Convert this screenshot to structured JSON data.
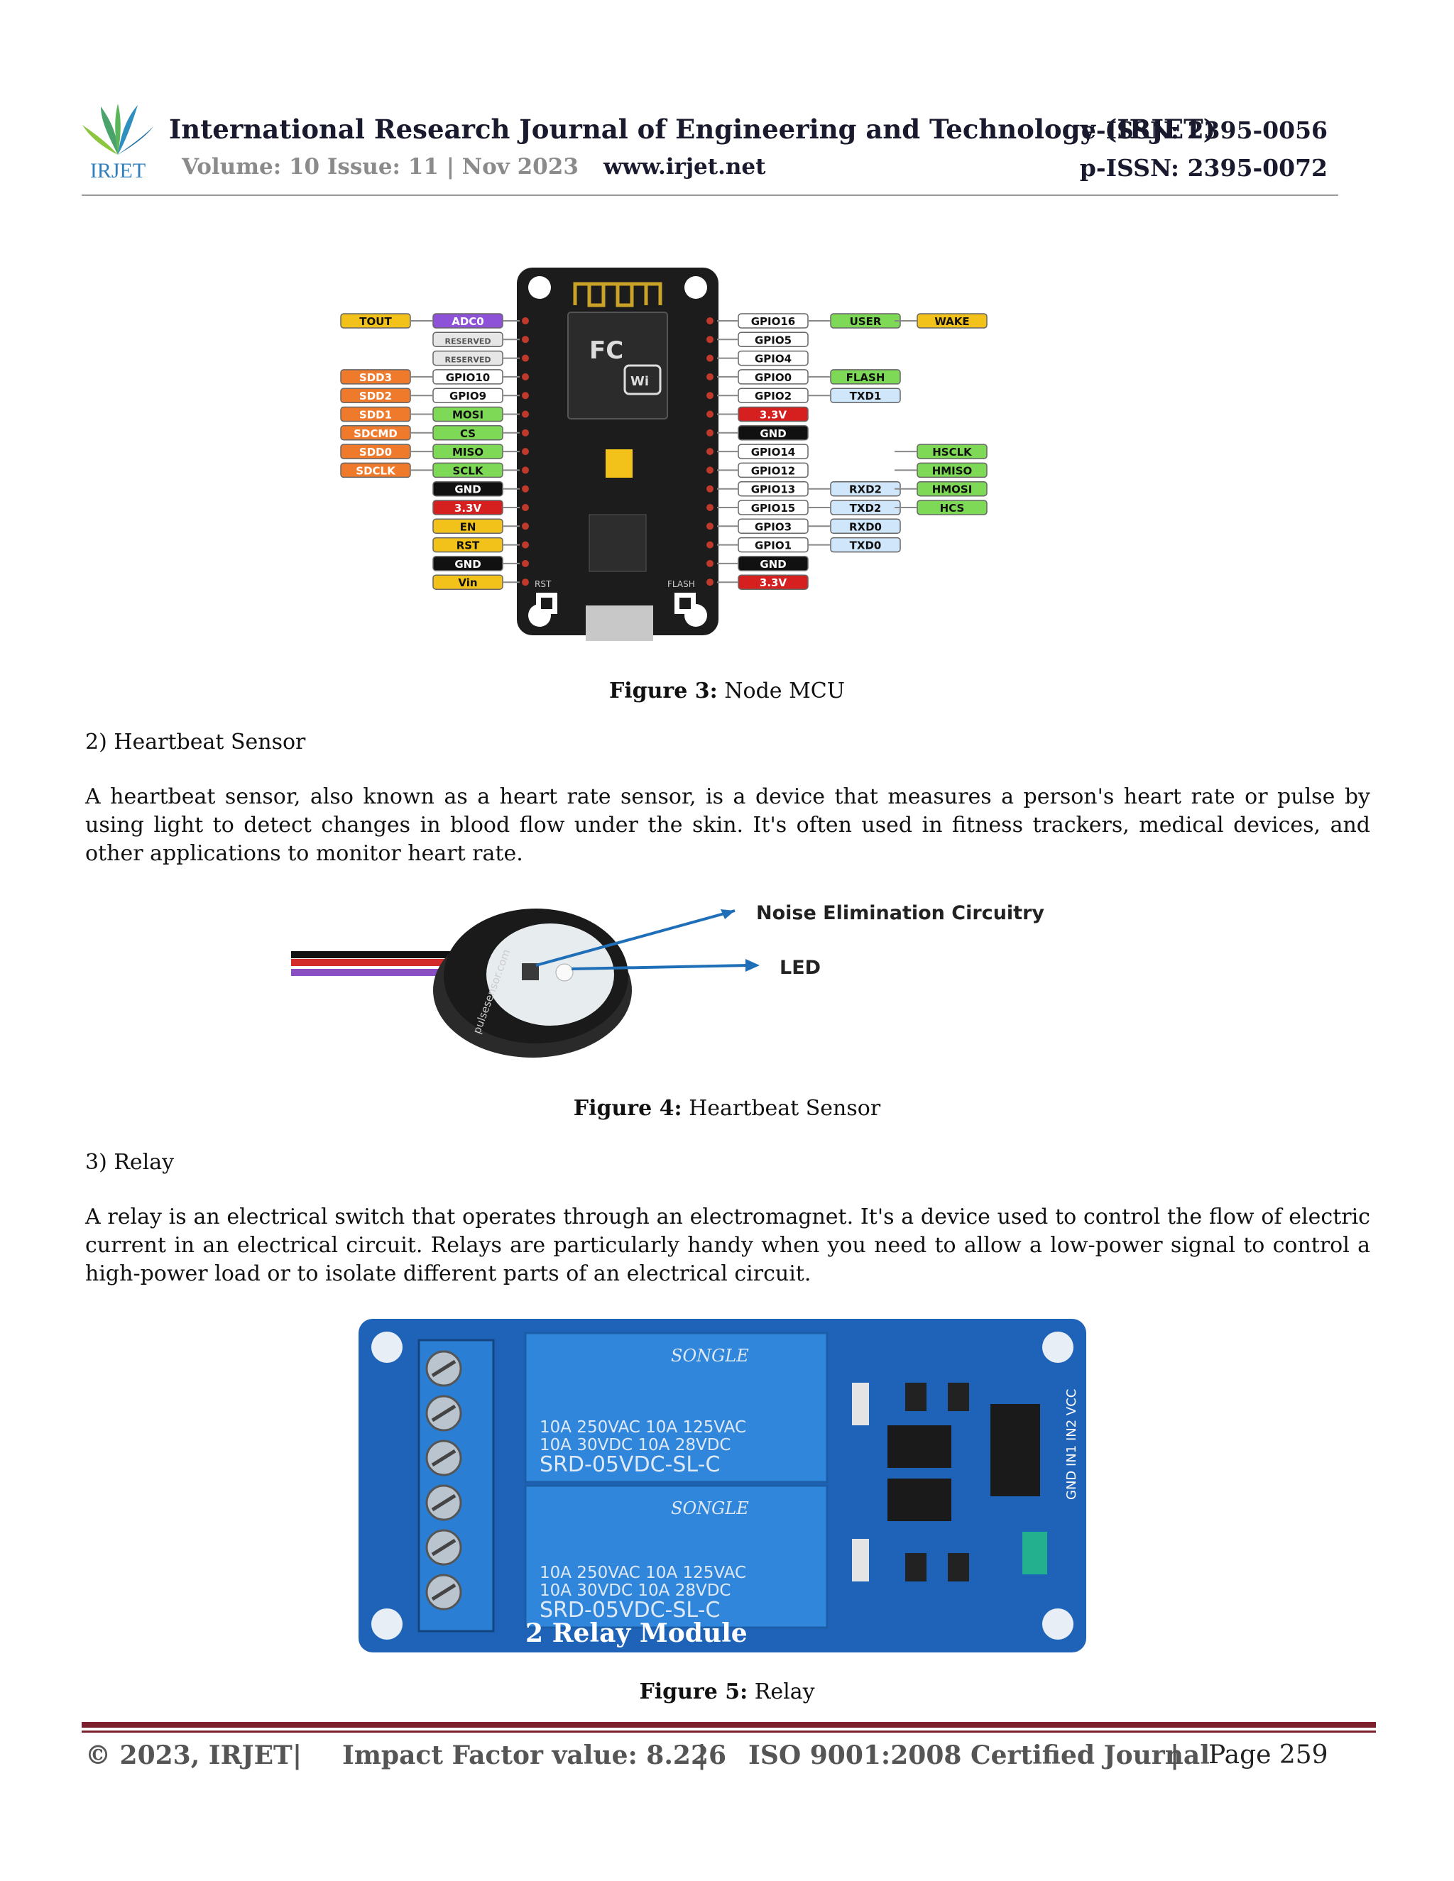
{
  "header": {
    "logo_text": "IRJET",
    "journal_title": "International Research Journal of Engineering and Technology (IRJET)",
    "eissn": "e-ISSN: 2395-0056",
    "volume": "Volume: 10 Issue: 11 | Nov 2023",
    "website": "www.irjet.net",
    "pissn": "p-ISSN: 2395-0072"
  },
  "figure3": {
    "caption_bold": "Figure 3:",
    "caption_text": " Node MCU",
    "left_labels": [
      "TOUT",
      "SDD3",
      "SDD2",
      "SDD1",
      "SDCMD",
      "SDD0",
      "SDCLK"
    ],
    "left_pins": [
      "ADC0",
      "RESERVED",
      "RESERVED",
      "GPIO10",
      "GPIO9",
      "MOSI",
      "CS",
      "MISO",
      "SCLK",
      "GND",
      "3.3V",
      "EN",
      "RST",
      "GND",
      "Vin"
    ],
    "right_pins": [
      "GPIO16",
      "GPIO5",
      "GPIO4",
      "GPIO0",
      "GPIO2",
      "3.3V",
      "GND",
      "GPIO14",
      "GPIO12",
      "GPIO13",
      "GPIO15",
      "GPIO3",
      "GPIO1",
      "GND",
      "3.3V"
    ],
    "right_labels": [
      "USER",
      "WAKE",
      "FLASH",
      "TXD1",
      "HSCLK",
      "HMISO",
      "RXD2",
      "HMOSI",
      "TXD2",
      "HCS",
      "RXD0",
      "TXD0"
    ],
    "board_labels": [
      "RST",
      "FLASH"
    ]
  },
  "section2": {
    "heading": "2) Heartbeat Sensor",
    "paragraph": "A heartbeat sensor, also known as a heart rate sensor, is a device that measures a person's heart rate or pulse by using light to detect changes in blood flow under the skin. It's often used in fitness trackers, medical devices, and other applications to monitor heart rate."
  },
  "figure4": {
    "caption_bold": "Figure 4:",
    "caption_text": " Heartbeat Sensor",
    "label_noise": "Noise Elimination Circuitry",
    "label_led": "LED",
    "sensor_ring_text": "pulsesensor.com"
  },
  "section3": {
    "heading": "3) Relay",
    "paragraph": "A relay is an electrical switch that operates through an electromagnet. It's a device used to control the flow of electric current in an electrical circuit. Relays are particularly handy when you need to allow a low-power signal to control a high-power load or to isolate different parts of an electrical circuit."
  },
  "figure5": {
    "caption_bold": "Figure 5:",
    "caption_text": " Relay",
    "relay_brand": "SONGLE",
    "relay_rating_1": "10A 250VAC  10A 125VAC",
    "relay_rating_2": "10A  30VDC  10A  28VDC",
    "relay_model": "SRD-05VDC-SL-C",
    "module_label": "2 Relay Module",
    "header_pins": "GND IN1 IN2 VCC"
  },
  "footer": {
    "copyright": "© 2023, IRJET",
    "sep": "|",
    "impact": "Impact Factor value: 8.226",
    "iso": "ISO 9001:2008 Certified Journal",
    "page": "Page 259"
  },
  "colors": {
    "footer_rule": "#7a1f2b",
    "pcb_black": "#1c1c1c",
    "pcb_blue": "#1f63b8",
    "relay_blue": "#2a7fd4"
  }
}
